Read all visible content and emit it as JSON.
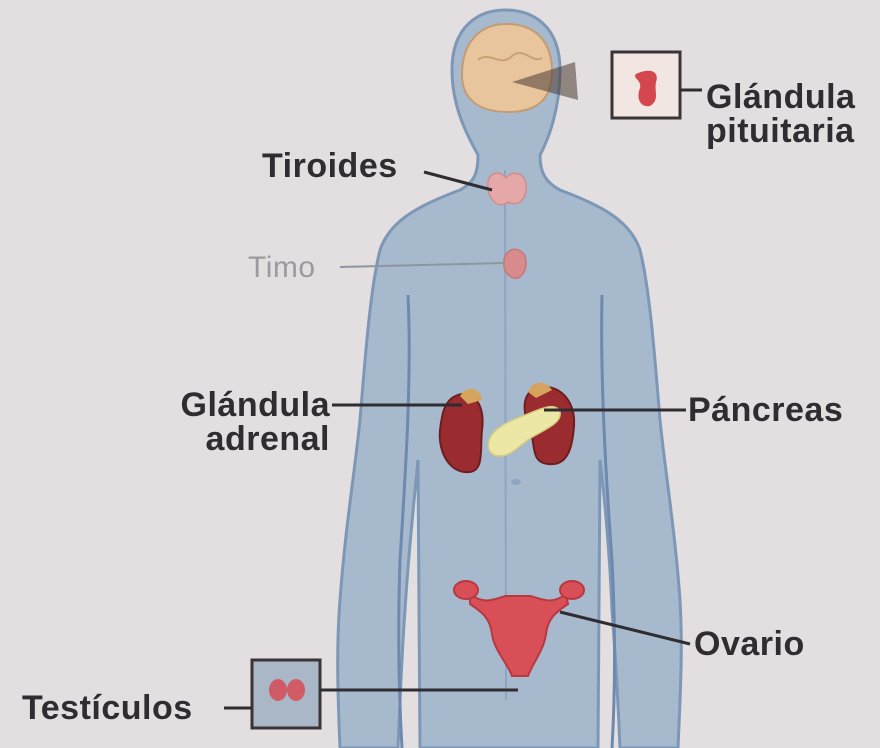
{
  "diagram": {
    "labels": {
      "pituitary": [
        "Glándula",
        "pituitaria"
      ],
      "thyroid": "Tiroides",
      "thymus": "Timo",
      "adrenal": [
        "Glándula",
        "adrenal"
      ],
      "pancreas": "Páncreas",
      "ovary": "Ovario",
      "testicles": "Testículos"
    },
    "colors": {
      "background": "#e3dfe0",
      "body": "#a7b9cd",
      "body_outline": "#7d97b6",
      "vessel": "#6d89ad",
      "brain": "#e9c59d",
      "kidney": "#9a2c2f",
      "pancreas": "#ece7a4",
      "thyroid": "#e6a7a8",
      "uterus": "#d94f57",
      "leader": "#2f2d31"
    }
  }
}
